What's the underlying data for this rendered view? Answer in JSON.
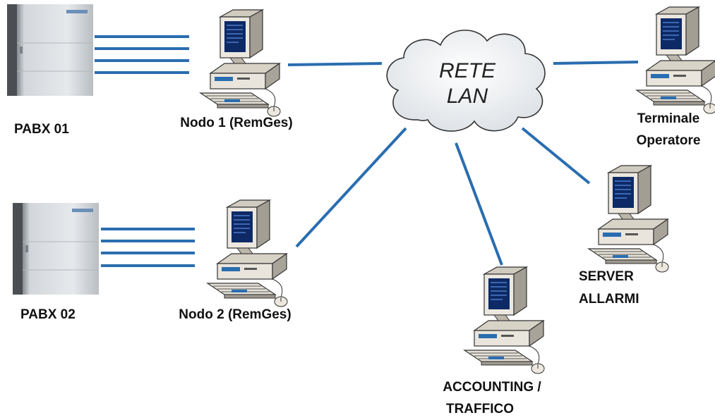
{
  "colors": {
    "link": "#2a6db0",
    "pabx_front": "#c7ccd1",
    "pabx_side": "#6f7478",
    "monitor_screen": "#0d2a66",
    "pc_beige": "#e9e5dc",
    "cloud_fill": "#f2f4f6"
  },
  "diagram": {
    "cloud": {
      "line1": "RETE",
      "line2": "LAN"
    },
    "nodes": {
      "pabx01": {
        "label": "PABX 01",
        "icon": "pabx-server-icon"
      },
      "pabx02": {
        "label": "PABX 02",
        "icon": "pabx-server-icon"
      },
      "nodo1": {
        "label": "Nodo 1 (RemGes)",
        "icon": "computer-workstation-icon"
      },
      "nodo2": {
        "label": "Nodo 2 (RemGes)",
        "icon": "computer-workstation-icon"
      },
      "terminale": {
        "label_line1": "Terminale",
        "label_line2": "Operatore",
        "icon": "computer-workstation-icon"
      },
      "server_allarmi": {
        "label_line1": "SERVER",
        "label_line2": "ALLARMI",
        "icon": "computer-workstation-icon"
      },
      "accounting": {
        "label_line1": "ACCOUNTING /",
        "label_line2": "TRAFFICO",
        "icon": "computer-workstation-icon"
      }
    },
    "connections": [
      {
        "from": "pabx01",
        "to": "nodo1",
        "lines": 4
      },
      {
        "from": "pabx02",
        "to": "nodo2",
        "lines": 4
      },
      {
        "from": "nodo1",
        "to": "cloud",
        "lines": 1
      },
      {
        "from": "nodo2",
        "to": "cloud",
        "lines": 1
      },
      {
        "from": "cloud",
        "to": "terminale",
        "lines": 1
      },
      {
        "from": "cloud",
        "to": "server_allarmi",
        "lines": 1
      },
      {
        "from": "cloud",
        "to": "accounting",
        "lines": 1
      }
    ]
  }
}
